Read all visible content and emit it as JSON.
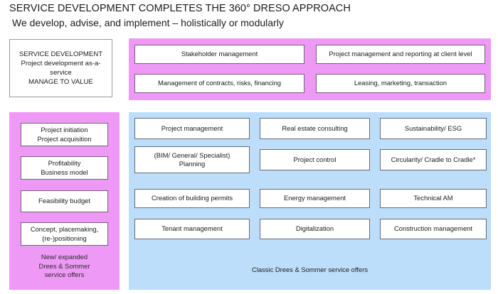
{
  "header": {
    "title": "SERVICE DEVELOPMENT COMPLETES THE 360° DRESO APPROACH",
    "subtitle": "We develop, advise, and implement – holistically or modularly"
  },
  "service_development_box": {
    "name": "service-development",
    "lines": [
      "SERVICE DEVELOPMENT",
      "Project development as-a-",
      "service",
      "MANAGE TO VALUE"
    ]
  },
  "top_band": {
    "background_color": "#EE99F5",
    "cards": [
      {
        "label": "Stakeholder management"
      },
      {
        "label": "Project management and reporting at client level"
      },
      {
        "label": "Management of contracts, risks, financing"
      },
      {
        "label": "Leasing, marketing, transaction"
      }
    ]
  },
  "left_column": {
    "background_color": "#EE99F5",
    "cards": [
      {
        "lines": [
          "Project initiation",
          "Project acquisition"
        ]
      },
      {
        "lines": [
          "Profitability",
          "Business model"
        ]
      },
      {
        "lines": [
          "Feasibility budget"
        ]
      },
      {
        "lines": [
          "Concept, placemaking,",
          "(re-)positioning"
        ]
      }
    ],
    "caption_lines": [
      "New/ expanded",
      "Drees & Sommer",
      "service offers"
    ]
  },
  "blue_panel": {
    "background_color": "#BCDEFB",
    "cards": [
      {
        "lines": [
          "Project management"
        ]
      },
      {
        "lines": [
          "Real estate consulting"
        ]
      },
      {
        "lines": [
          "Sustainability/ ESG"
        ]
      },
      {
        "lines": [
          "(BIM/ General/ Specialist)",
          "Planning"
        ]
      },
      {
        "lines": [
          "Project control"
        ]
      },
      {
        "lines": [
          "Circularity/ Cradle to Cradle*"
        ]
      },
      {
        "lines": [
          "Creation of building permits"
        ]
      },
      {
        "lines": [
          "Energy management"
        ]
      },
      {
        "lines": [
          "Technical AM"
        ]
      },
      {
        "lines": [
          "Tenant management"
        ]
      },
      {
        "lines": [
          "Digitalization"
        ]
      },
      {
        "lines": [
          "Construction management"
        ]
      }
    ],
    "caption": "Classic Drees & Sommer service offers"
  }
}
